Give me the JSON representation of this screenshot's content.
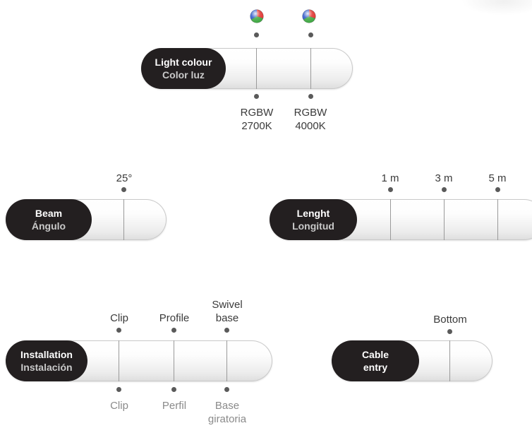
{
  "light_colour": {
    "title": "Light colour",
    "subtitle": "Color luz",
    "options": [
      {
        "top_icon": "rgb-color-wheel-icon",
        "bottom_line1": "RGBW",
        "bottom_line2": "2700K"
      },
      {
        "top_icon": "rgb-color-wheel-icon",
        "bottom_line1": "RGBW",
        "bottom_line2": "4000K"
      }
    ]
  },
  "beam": {
    "title": "Beam",
    "subtitle": "Ángulo",
    "options": [
      {
        "label": "25°"
      }
    ]
  },
  "length": {
    "title": "Lenght",
    "subtitle": "Longitud",
    "options": [
      {
        "label": "1 m"
      },
      {
        "label": "3 m"
      },
      {
        "label": "5 m"
      }
    ]
  },
  "installation": {
    "title": "Installation",
    "subtitle": "Instalación",
    "options": [
      {
        "top": "Clip",
        "bottom": "Clip"
      },
      {
        "top": "Profile",
        "bottom": "Perfil"
      },
      {
        "top_line1": "Swivel",
        "top_line2": "base",
        "bottom_line1": "Base",
        "bottom_line2": "giratoria"
      }
    ]
  },
  "cable_entry": {
    "title_line1": "Cable",
    "title_line2": "entry",
    "options": [
      {
        "label": "Bottom"
      }
    ]
  },
  "colors": {
    "head": "#231f20",
    "dot": "#5a5a5a",
    "text_dark": "#3a3a3a",
    "text_gray": "#8a8a8a"
  }
}
